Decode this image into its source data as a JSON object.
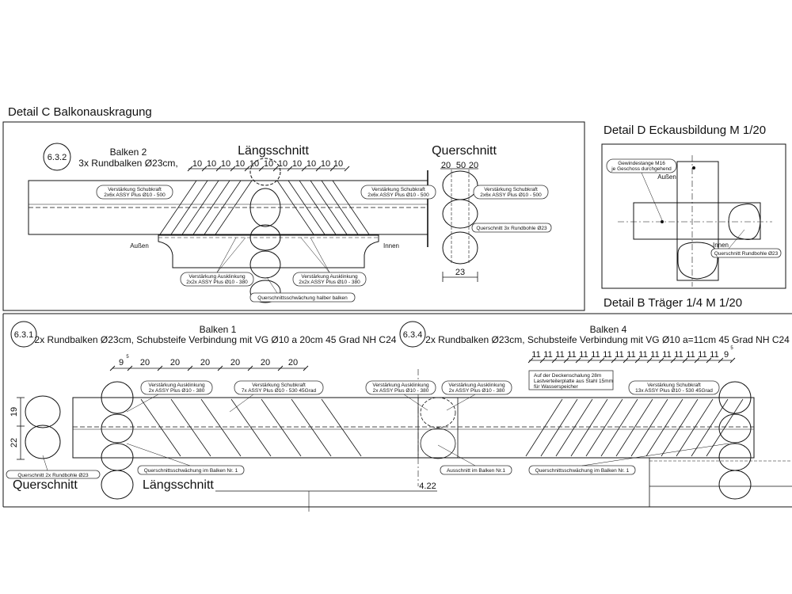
{
  "detail_c": {
    "title": "Detail C Balkonauskragung",
    "circle": "6.3.2",
    "beam": "Balken 2",
    "beam_desc": "3x Rundbalken Ø23cm,",
    "laengs": "Längsschnitt",
    "quer": "Querschnitt",
    "spacing": [
      "10",
      "10",
      "10",
      "10",
      "10",
      "10",
      "10",
      "10",
      "10",
      "10",
      "10"
    ],
    "quer_dims": [
      "20",
      "50",
      "20"
    ],
    "quer_bottom": "23",
    "label_left": [
      "Verstärkung Schubkraft",
      "2x6x ASSY Plus Ø10 - 500"
    ],
    "label_right": [
      "Verstärkung Schubkraft",
      "2x6x ASSY Plus Ø10 - 500"
    ],
    "label_quer_top": [
      "Verstärkung Schubkraft",
      "2x6x ASSY Plus Ø10 - 500"
    ],
    "label_rundbohle": "Querschnitt 3x Rundbohle Ø23",
    "label_ausk_left": [
      "Verstärkung Ausklinkung",
      "2x2x ASSY Plus Ø10 - 380"
    ],
    "label_ausk_right": [
      "Verstärkung Ausklinkung",
      "2x2x ASSY Plus Ø10 - 380"
    ],
    "label_schwaech": "Querschnittsschwächung halber balken",
    "aussen": "Außen",
    "innen": "Innen"
  },
  "detail_d": {
    "title": "Detail D Eckausbildung M 1/20",
    "label_gewinde": [
      "Gewindestange M16",
      "je Geschoss durchgehend"
    ],
    "aussen": "Außen",
    "innen": "Innen",
    "label_rundbohle": "Querschnitt Rundbohle Ø23"
  },
  "detail_b": {
    "title": "Detail B Träger 1/4 M 1/20",
    "circle1": "6.3.1",
    "beam1": "Balken 1",
    "beam1_desc": "2x Rundbalken Ø23cm, Schubsteife Verbindung mit VG Ø10 a 20cm 45 Grad NH C24",
    "circle2": "6.3.4",
    "beam2": "Balken 4",
    "beam2_desc": "2x Rundbalken Ø23cm, Schubsteife Verbindung mit VG Ø10 a=11cm 45 Grad  NH C24",
    "dims_left": [
      "9",
      "20",
      "20",
      "20",
      "20",
      "20",
      "20"
    ],
    "dims_right": [
      "11",
      "11",
      "11",
      "11",
      "11",
      "11",
      "11",
      "11",
      "11",
      "11",
      "11",
      "11",
      "11",
      "11",
      "11",
      "11",
      "9"
    ],
    "sup5": "5",
    "q_dims": [
      "19",
      "22"
    ],
    "quer": "Querschnitt",
    "laengs": "Längsschnitt",
    "length": "4.22",
    "labels": {
      "ausk1": [
        "Verstärkung Ausklinkung",
        "2x ASSY Plus Ø10 - 380"
      ],
      "schub1": [
        "Verstärkung Schubkraft",
        "7x ASSY Plus Ø10 - 530 45Grad"
      ],
      "ausk2": [
        "Verstärkung Ausklinkung",
        "2x ASSY Plus Ø10 - 380"
      ],
      "ausk3": [
        "Verstärkung Ausklinkung",
        "2x ASSY Plus Ø10 - 380"
      ],
      "decke": [
        "Auf der Deckenschalung 28m",
        "Lastverteilerplatte aus Stahl 15mm",
        "für Wasserspeicher"
      ],
      "schub2": [
        "Verstärkung Schubkraft",
        "13x ASSY Plus Ø10 - 530 45Grad"
      ],
      "schw1": "Querschnittsschwächung im Balken Nr. 1",
      "auss": "Ausschnitt im Balken Nr.1",
      "schw2": "Querschnittsschwächung im Balken Nr. 1",
      "rundbohle": "Querschnitt 2x Rundbohle Ø23"
    }
  }
}
